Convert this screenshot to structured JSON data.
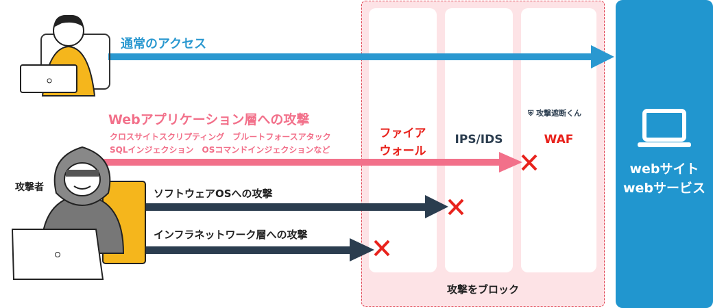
{
  "normal_access": {
    "label": "通常のアクセス",
    "color": "#2a98d0"
  },
  "web_attack": {
    "label": "Webアプリケーション層への攻撃",
    "examples_line1": "クロスサイトスクリプティング　ブルートフォースアタック",
    "examples_line2": "SQLインジェクション　OSコマンドインジェクションなど",
    "color": "#f2708a"
  },
  "os_attack": {
    "label": "ソフトウェアOSへの攻撃"
  },
  "infra_attack": {
    "label": "インフラネットワーク層への攻撃"
  },
  "attacker_label": "攻撃者",
  "defenses": {
    "firewall_line1": "ファイア",
    "firewall_line2": "ウォール",
    "ips": "IPS/IDS",
    "waf": "WAF",
    "waf_logo": "攻撃遮断くん",
    "block_label": "攻撃をブロック"
  },
  "site": {
    "line1": "webサイト",
    "line2": "webサービス",
    "color": "#2196cf"
  }
}
